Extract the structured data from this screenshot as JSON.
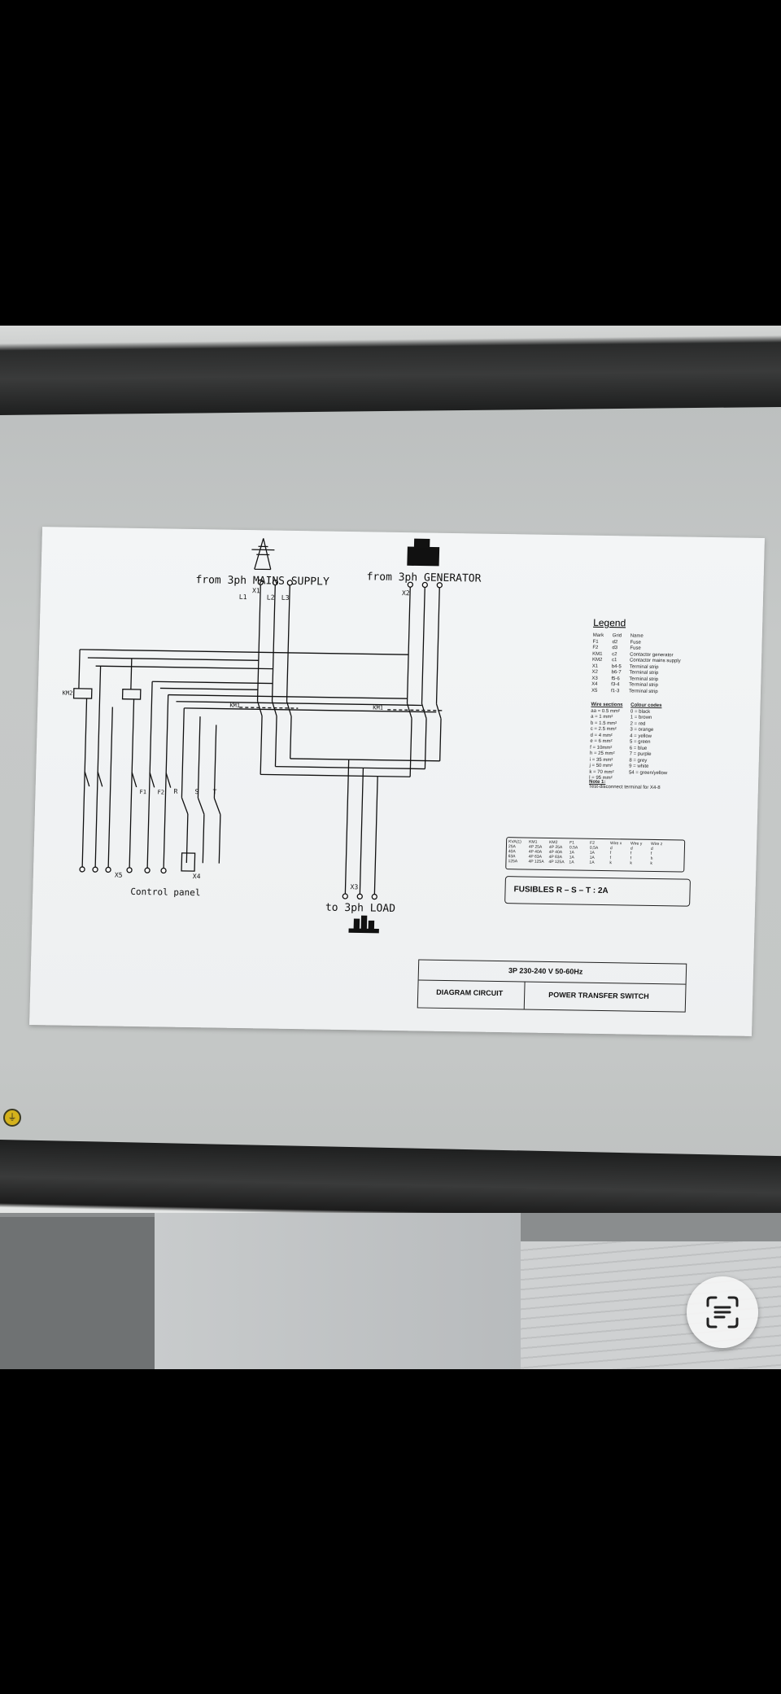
{
  "sheet": {
    "mains_label": "from 3ph MAINS SUPPLY",
    "generator_label": "from 3ph GENERATOR",
    "load_label": "to 3ph LOAD",
    "control_panel_label": "Control panel",
    "x1": "X1",
    "x2": "X2",
    "x3": "X3",
    "l1": "L1",
    "l2": "L2",
    "l3": "L3",
    "km1": "KM1",
    "km2": "KM2",
    "r": "R",
    "s": "S",
    "t": "T",
    "f1": "F1",
    "f2": "F2",
    "x4": "X4",
    "x5": "X5"
  },
  "legend": {
    "title": "Legend",
    "headers": [
      "Mark",
      "Grid",
      "Name"
    ],
    "rows": [
      [
        "F1",
        "d2",
        "Fuse"
      ],
      [
        "F2",
        "d3",
        "Fuse"
      ],
      [
        "KM1",
        "c2",
        "Contactor generator"
      ],
      [
        "KM2",
        "c1",
        "Contactor mains supply"
      ],
      [
        "X1",
        "b4-5",
        "Terminal strip"
      ],
      [
        "X2",
        "b6-7",
        "Terminal strip"
      ],
      [
        "X3",
        "f5-6",
        "Terminal strip"
      ],
      [
        "X4",
        "f3-4",
        "Terminal strip"
      ],
      [
        "X5",
        "f1-3",
        "Terminal strip"
      ]
    ]
  },
  "wire_sections": {
    "title": "Wire sections",
    "items": [
      "aa = 0.5 mm²",
      "a = 1 mm²",
      "b = 1.5 mm²",
      "c = 2.5 mm²",
      "d = 4 mm²",
      "e = 6 mm²",
      "f = 10mm²",
      "h = 25 mm²",
      "i = 35 mm²",
      "j = 50 mm²",
      "k = 70 mm²",
      "l = 95 mm²"
    ]
  },
  "colour_codes": {
    "title": "Colour codes",
    "items": [
      "0 = black",
      "1 = brown",
      "2 = red",
      "3 = orange",
      "4 = yellow",
      "5 = green",
      "6 = blue",
      "7 = purple",
      "8 = grey",
      "9 = white",
      "54 = green/yellow"
    ]
  },
  "note": {
    "title": "Note 1:",
    "text": "Test-disconnect terminal for X4-8"
  },
  "fuse_table": {
    "header": [
      "KVA(1)",
      "KM1",
      "KM2",
      "F1",
      "F2",
      "Wire x",
      "Wire y",
      "Wire z"
    ],
    "rows": [
      [
        "25A",
        "4P 25A",
        "4P 25A",
        "0,5A",
        "0,5A",
        "d",
        "d",
        "d"
      ],
      [
        "40A",
        "4P 40A",
        "4P 40A",
        "1A",
        "1A",
        "f",
        "f",
        "f"
      ],
      [
        "63A",
        "4P 63A",
        "4P 63A",
        "1A",
        "1A",
        "f",
        "f",
        "h"
      ],
      [
        "125A",
        "4P 125A",
        "4P 125A",
        "1A",
        "1A",
        "k",
        "k",
        "k"
      ]
    ]
  },
  "fusibles": "FUSIBLES R – S – T  :  2A",
  "title_block": {
    "spec": "3P  230-240 V  50-60Hz",
    "left": "DIAGRAM CIRCUIT",
    "right": "POWER TRANSFER SWITCH"
  },
  "icons": {
    "ground": "ground-terminal-icon",
    "pylon": "power-pylon-icon",
    "generator": "generator-icon",
    "load": "load-icon",
    "scan": "text-scan-icon"
  }
}
